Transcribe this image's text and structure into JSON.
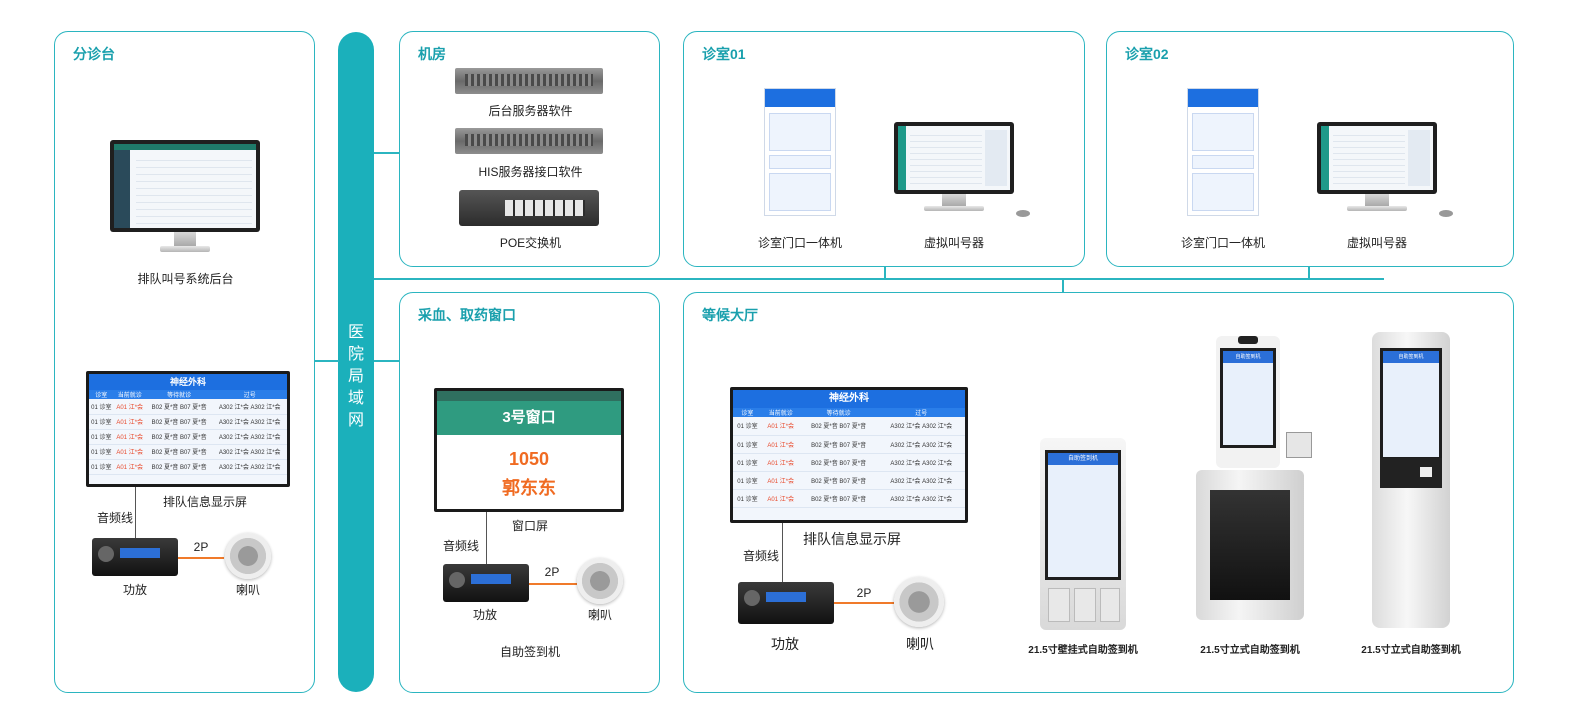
{
  "bus": {
    "label": "医院局域网"
  },
  "panels": {
    "triage": {
      "title": "分诊台"
    },
    "server_room": {
      "title": "机房"
    },
    "clinic01": {
      "title": "诊室01"
    },
    "clinic02": {
      "title": "诊室02"
    },
    "pharmacy": {
      "title": "采血、取药窗口"
    },
    "waiting_hall": {
      "title": "等候大厅"
    }
  },
  "labels": {
    "backend": "排队叫号系统后台",
    "queue_display": "排队信息显示屏",
    "audio_line": "音频线",
    "amp": "功放",
    "speaker": "喇叭",
    "wire_2p": "2P",
    "server_sw": "后台服务器软件",
    "his_sw": "HIS服务器接口软件",
    "poe": "POE交换机",
    "door_terminal": "诊室门口一体机",
    "virtual_caller": "虚拟叫号器",
    "window_screen": "窗口屏",
    "self_checkin": "自助签到机",
    "kiosk_wall": "21.5寸壁挂式自助签到机",
    "kiosk_stand1": "21.5寸立式自助签到机",
    "kiosk_stand2": "21.5寸立式自助签到机"
  },
  "window_screen": {
    "window": "3号窗口",
    "number": "1050",
    "name": "郭东东"
  },
  "board_small": {
    "title": "神经外科",
    "headers": [
      "诊室",
      "当前就诊",
      "等待就诊",
      "过号"
    ],
    "rows": [
      [
        "01 诊室",
        "A01 江*会",
        "B02 夏*音 B07 夏*音",
        "A302 江*会 A302 江*会"
      ],
      [
        "01 诊室",
        "A01 江*会",
        "B02 夏*音 B07 夏*音",
        "A302 江*会 A302 江*会"
      ],
      [
        "01 诊室",
        "A01 江*会",
        "B02 夏*音 B07 夏*音",
        "A302 江*会 A302 江*会"
      ],
      [
        "01 诊室",
        "A01 江*会",
        "B02 夏*音 B07 夏*音",
        "A302 江*会 A302 江*会"
      ],
      [
        "01 诊室",
        "A01 江*会",
        "B02 夏*音 B07 夏*音",
        "A302 江*会 A302 江*会"
      ]
    ]
  },
  "board_large": {
    "title": "神经外科",
    "headers": [
      "诊室",
      "当前就诊",
      "等待就诊",
      "过号"
    ],
    "rows": [
      [
        "01 诊室",
        "A01 江*会",
        "B02 夏*音 B07 夏*音",
        "A302 江*会 A302 江*会"
      ],
      [
        "01 诊室",
        "A01 江*会",
        "B02 夏*音 B07 夏*音",
        "A302 江*会 A302 江*会"
      ],
      [
        "01 诊室",
        "A01 江*会",
        "B02 夏*音 B07 夏*音",
        "A302 江*会 A302 江*会"
      ],
      [
        "01 诊室",
        "A01 江*会",
        "B02 夏*音 B07 夏*音",
        "A302 江*会 A302 江*会"
      ],
      [
        "01 诊室",
        "A01 江*会",
        "B02 夏*音 B07 夏*音",
        "A302 江*会 A302 江*会"
      ]
    ]
  },
  "kiosk_title": "自助签到机",
  "colors": {
    "accent": "#2bb5c0",
    "bus": "#1bb0bb",
    "wire": "#f07a2a",
    "call_number": "#f06b22"
  }
}
